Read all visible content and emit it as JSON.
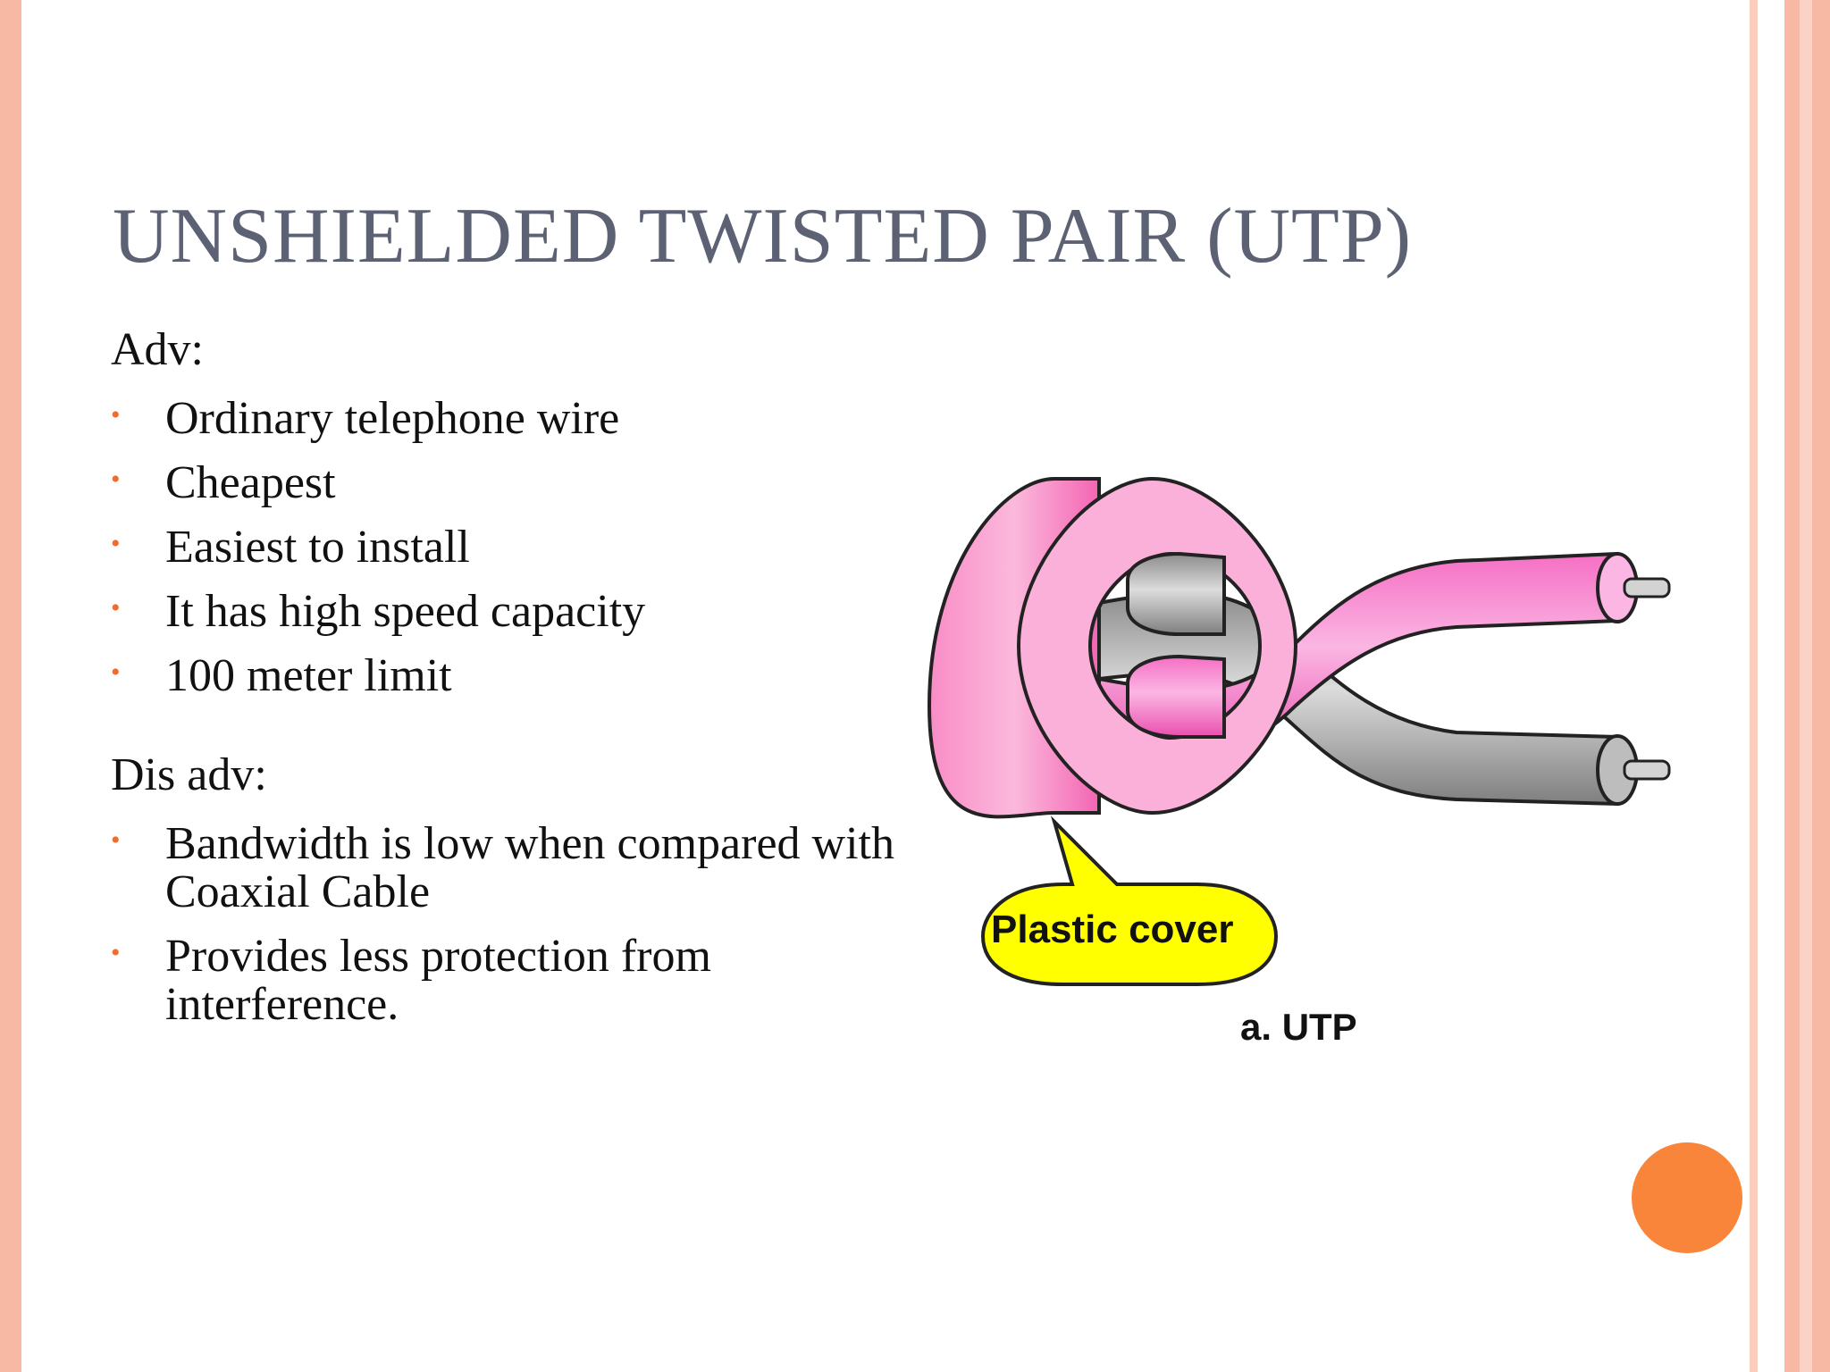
{
  "slide": {
    "title": "UNSHIELDED TWISTED PAIR (UTP)",
    "advantages": {
      "heading": "Adv:",
      "items": [
        "Ordinary telephone wire",
        "Cheapest",
        "Easiest to install",
        "It has high speed capacity",
        "100 meter limit"
      ]
    },
    "disadvantages": {
      "heading": "Dis adv:",
      "items": [
        "Bandwidth is low when compared with Coaxial Cable",
        "Provides less protection from interference."
      ]
    },
    "figure": {
      "callout": "Plastic cover",
      "caption": "a. UTP"
    },
    "bullet_glyph": "•",
    "colors": {
      "title": "#5c6273",
      "bullet": "#f26b2e",
      "border": "#f7b9a4",
      "accent_circle": "#f9853a",
      "cover_pink": "#f79ad0",
      "wire_pink": "#f56fc4",
      "wire_gray": "#b8b8b8",
      "callout_yellow": "#ffff00"
    }
  }
}
